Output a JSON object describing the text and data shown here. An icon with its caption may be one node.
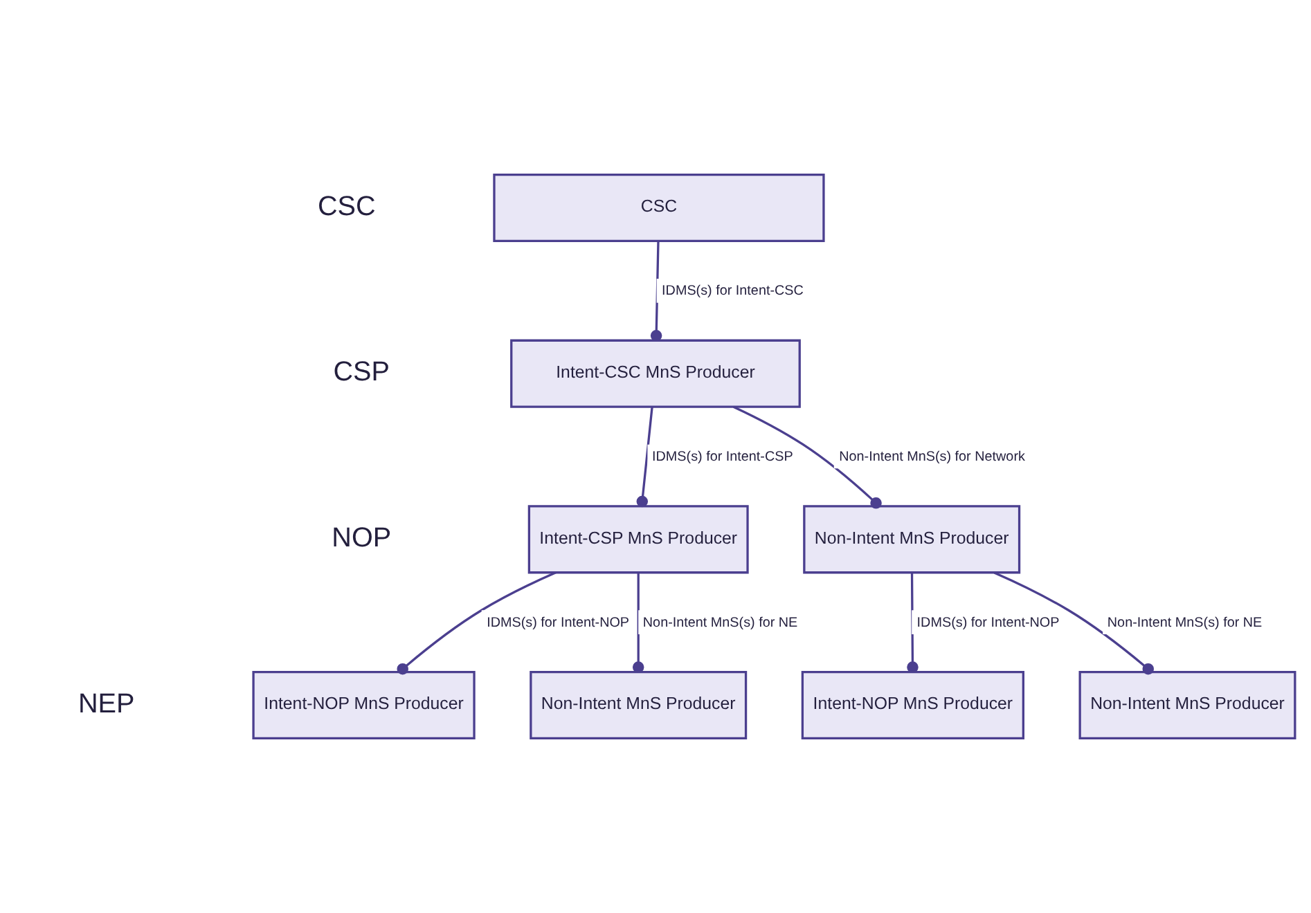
{
  "diagram": {
    "nodes": [
      {
        "text": [
          "CSC"
        ]
      },
      {
        "text": [
          "Intent-CSC MnS Producer"
        ]
      },
      {
        "text": [
          "Intent-CSP MnS Producer"
        ]
      },
      {
        "text": [
          "Non-Intent MnS Producer"
        ]
      },
      {
        "text": [
          "Intent-NOP MnS Producer"
        ]
      },
      {
        "text": [
          "Non-Intent MnS Producer"
        ]
      },
      {
        "text": [
          "Intent-NOP MnS Producer"
        ]
      },
      {
        "text": [
          "Non-Intent MnS Producer"
        ]
      }
    ],
    "edges": [
      {
        "from": 0,
        "to": 1,
        "arrow": "other",
        "label": "IDMS(s) for Intent-CSC"
      },
      {
        "from": 1,
        "to": 2,
        "arrow": "other",
        "label": "IDMS(s) for Intent-CSP"
      },
      {
        "from": 1,
        "to": 3,
        "arrow": "other",
        "label": "Non-Intent MnS(s) for Network"
      },
      {
        "from": 2,
        "to": 4,
        "arrow": "other",
        "label": "IDMS(s) for Intent-NOP"
      },
      {
        "from": 2,
        "to": 5,
        "arrow": "other",
        "label": "Non-Intent MnS(s) for NE"
      },
      {
        "from": 3,
        "to": 6,
        "arrow": "other",
        "label": "IDMS(s) for Intent-NOP"
      },
      {
        "from": 3,
        "to": 7,
        "arrow": "other",
        "label": "Non-Intent MnS(s) for NE"
      }
    ],
    "labels": [
      "CSC",
      "CSP",
      "NOP",
      "NEP"
    ]
  }
}
